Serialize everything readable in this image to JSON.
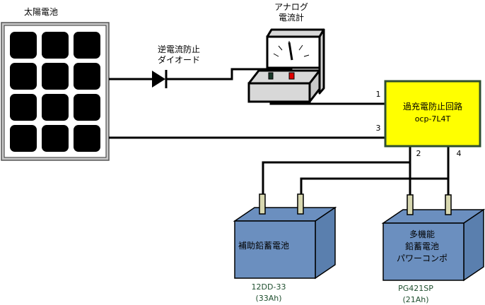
{
  "solar_panel": {
    "label": "太陽電池",
    "cell_rows": 4,
    "cell_cols": 3
  },
  "diode": {
    "label_line1": "逆電流防止",
    "label_line2": "ダイオード"
  },
  "ammeter": {
    "label_line1": "アナログ",
    "label_line2": "電流計"
  },
  "controller": {
    "label_line1": "過充電防止回路",
    "label_line2": "ocp-7L4T",
    "fill_color": "#ffff00",
    "border_color": "#2f4f2f",
    "terminals": [
      "1",
      "2",
      "3",
      "4"
    ]
  },
  "battery_aux": {
    "label": "補助鉛蓄電池",
    "model": "12DD-33",
    "capacity": "(33Ah)",
    "color": "#6b8fbf"
  },
  "battery_main": {
    "label_line1": "多機能",
    "label_line2": "鉛蓄電池",
    "label_line3": "パワーコンポ",
    "model": "PG421SP",
    "capacity": "(21Ah)",
    "color": "#6b8fbf"
  }
}
